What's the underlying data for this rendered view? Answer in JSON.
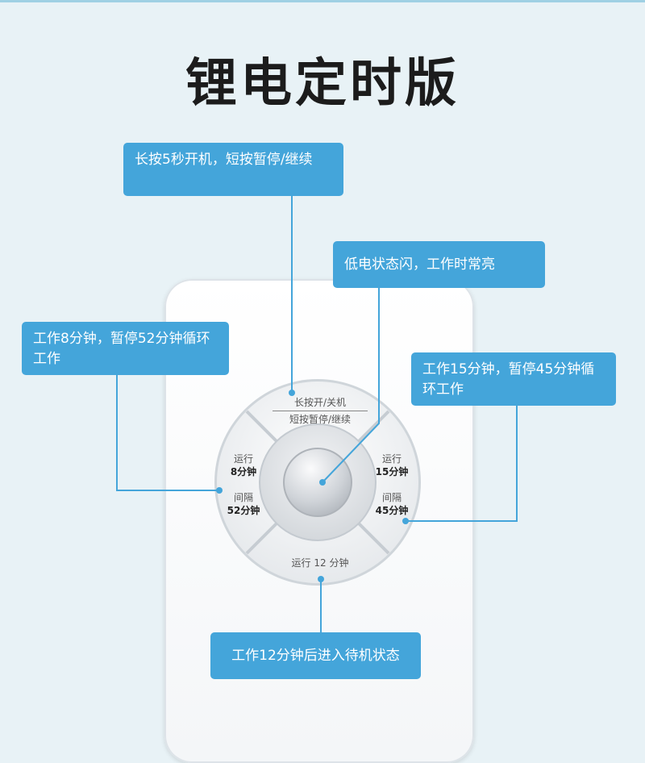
{
  "title": "锂电定时版",
  "callouts": {
    "power": "长按5秒开机，短按暂停/继续",
    "battery": "低电状态闪，工作时常亮",
    "mode8": "工作8分钟，暂停52分钟循环工作",
    "mode15": "工作15分钟，暂停45分钟循环工作",
    "mode12": "工作12分钟后进入待机状态"
  },
  "buttons": {
    "top_line1": "长按开/关机",
    "top_line2": "短按暂停/继续",
    "left_run": "运行",
    "left_run_val": "8分钟",
    "left_gap": "间隔",
    "left_gap_val": "52分钟",
    "right_run": "运行",
    "right_run_val": "15分钟",
    "right_gap": "间隔",
    "right_gap_val": "45分钟",
    "bottom": "运行 12 分钟"
  },
  "colors": {
    "callout": "#44a5da",
    "line": "#44a5da"
  }
}
